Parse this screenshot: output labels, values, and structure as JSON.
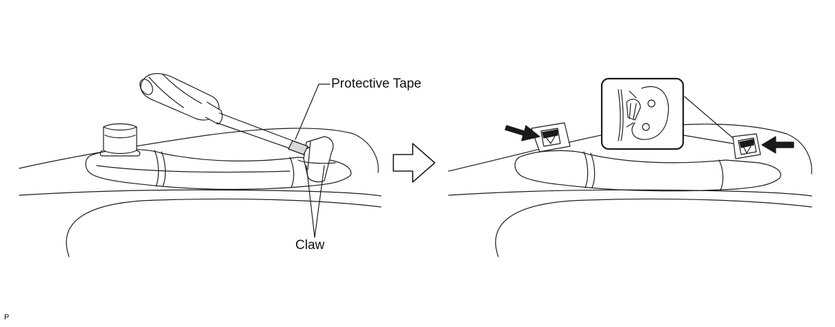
{
  "labels": {
    "protective_tape": "Protective Tape",
    "claw": "Claw",
    "code": "P"
  },
  "colors": {
    "line": "#1a1a1a",
    "shade": "#d8d8d8",
    "background": "#ffffff"
  },
  "icons": [
    "screwdriver-icon",
    "next-step-arrow-icon",
    "pointer-arrow-icon",
    "magnifier-inset-icon"
  ]
}
